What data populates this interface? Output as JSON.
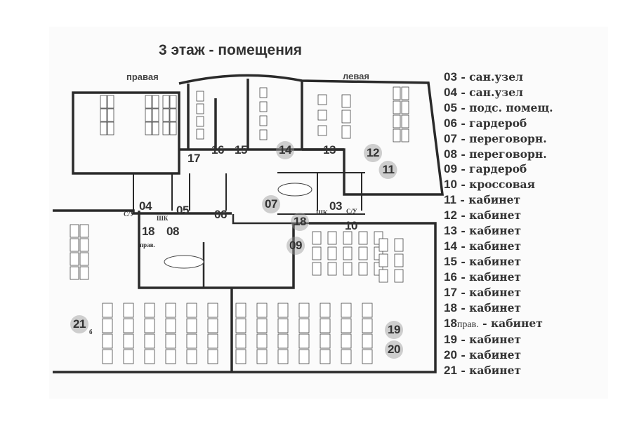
{
  "title": "3 этаж - помещения",
  "wings": {
    "right": "правая",
    "left": "левая"
  },
  "rooms": [
    {
      "id": "17",
      "dot": false
    },
    {
      "id": "16",
      "dot": false
    },
    {
      "id": "15",
      "dot": false
    },
    {
      "id": "14",
      "dot": true
    },
    {
      "id": "13",
      "dot": false
    },
    {
      "id": "12",
      "dot": true
    },
    {
      "id": "11",
      "dot": true
    },
    {
      "id": "07",
      "dot": true
    },
    {
      "id": "04",
      "dot": false
    },
    {
      "id": "05",
      "dot": false
    },
    {
      "id": "06",
      "dot": false
    },
    {
      "id": "03",
      "dot": false
    },
    {
      "id": "18",
      "dot": true
    },
    {
      "id": "10",
      "dot": false
    },
    {
      "id": "18",
      "dot": false
    },
    {
      "id": "08",
      "dot": false
    },
    {
      "id": "09",
      "dot": true
    },
    {
      "id": "19",
      "dot": true
    },
    {
      "id": "20",
      "dot": true
    },
    {
      "id": "21",
      "dot": true
    }
  ],
  "small_labels": {
    "wc_left": "С/У",
    "cab_left": "ШК",
    "wc_right": "С/У",
    "cab_right": "ШК",
    "prav": "прав.",
    "sub21": "б"
  },
  "legend": [
    {
      "num": "03",
      "text": "сан.узел"
    },
    {
      "num": "04",
      "text": "сан.узел"
    },
    {
      "num": "05",
      "text": "подс. помещ."
    },
    {
      "num": "06",
      "text": "гардероб"
    },
    {
      "num": "07",
      "text": "переговорн."
    },
    {
      "num": "08",
      "text": "переговорн."
    },
    {
      "num": "09",
      "text": "гардероб"
    },
    {
      "num": "10",
      "text": "кроссовая"
    },
    {
      "num": "11",
      "text": "кабинет"
    },
    {
      "num": "12",
      "text": "кабинет"
    },
    {
      "num": "13",
      "text": "кабинет"
    },
    {
      "num": "14",
      "text": "кабинет"
    },
    {
      "num": "15",
      "text": "кабинет"
    },
    {
      "num": "16",
      "text": "кабинет"
    },
    {
      "num": "17",
      "text": "кабинет"
    },
    {
      "num": "18",
      "text": "кабинет"
    },
    {
      "num": "18",
      "sub": "прав.",
      "text": "кабинет"
    },
    {
      "num": "19",
      "text": "кабинет"
    },
    {
      "num": "20",
      "text": "кабинет"
    },
    {
      "num": "21",
      "text": "кабинет"
    }
  ],
  "colors": {
    "wall": "#2a2a2a",
    "text": "#333333"
  }
}
